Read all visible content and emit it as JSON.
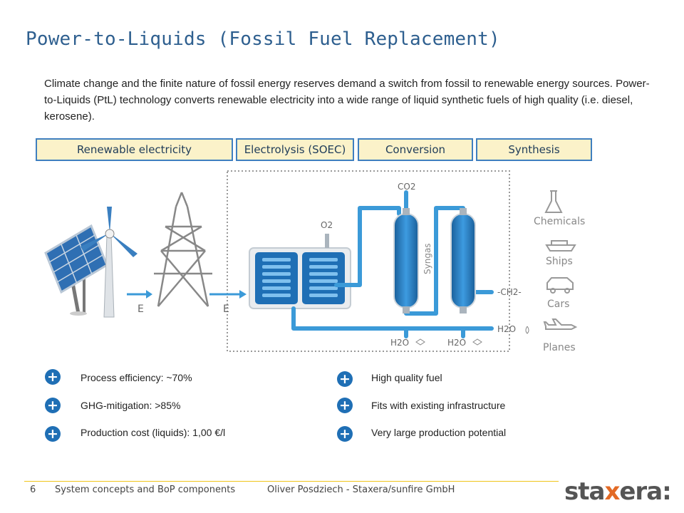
{
  "title": "Power-to-Liquids (Fossil Fuel Replacement)",
  "intro": "Climate change and the finite nature of fossil energy reserves demand a switch from fossil to renewable energy sources. Power-to-Liquids (PtL) technology converts renewable electricity into a wide range of liquid synthetic fuels of high quality (i.e. diesel, kerosene).",
  "stages": [
    "Renewable electricity",
    "Electrolysis (SOEC)",
    "Conversion",
    "Synthesis"
  ],
  "diagram": {
    "energy_label": "E",
    "o2": "O2",
    "co2": "CO2",
    "syngas": "Syngas",
    "ch2": "-CH2-",
    "h2o_in": "H2O",
    "h2o_a": "H2O",
    "h2o_b": "H2O",
    "products": [
      "Chemicals",
      "Ships",
      "Cars",
      "Planes"
    ]
  },
  "benefits_left": [
    "Process efficiency: ~70%",
    "GHG-mitigation: >85%",
    "Production cost (liquids): 1,00 €/l"
  ],
  "benefits_right": [
    "High quality fuel",
    "Fits with existing infrastructure",
    "Very large production potential"
  ],
  "footer": {
    "page": "6",
    "section": "System concepts and BoP components",
    "author": "Oliver Posdziech - Staxera/sunfire GmbH"
  },
  "logo": {
    "pre": "sta",
    "x": "x",
    "post": "era:"
  },
  "colors": {
    "title": "#2e5f8f",
    "pipe": "#3b9ad8",
    "stage_fill": "#fbf2c9",
    "stage_border": "#3f7fbf",
    "plus": "#1f6fb5",
    "accent": "#e36a25"
  }
}
